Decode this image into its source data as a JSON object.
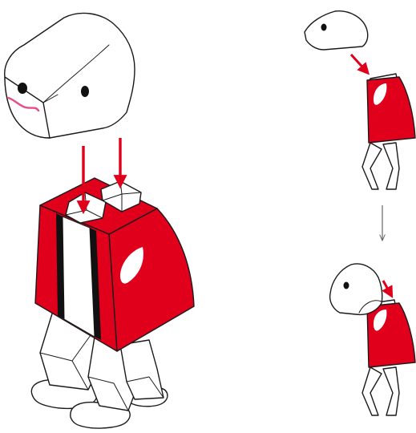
{
  "diagram": {
    "title": "",
    "colors": {
      "body_red": "#e0001b",
      "stripe_black": "#111111",
      "paper_white": "#ffffff",
      "outline": "#1a1a1a",
      "arrow_red": "#e0001b",
      "arrow_gray": "#666666",
      "blush_pink": "#e84a8a"
    },
    "figures": [
      {
        "id": "main-assembly",
        "description_visible": false,
        "parts": [
          "head",
          "torso",
          "legs",
          "feet"
        ]
      },
      {
        "id": "step-1",
        "parts": [
          "head",
          "torso",
          "legs"
        ]
      },
      {
        "id": "step-2",
        "parts": [
          "head",
          "torso",
          "legs"
        ]
      }
    ],
    "arrows": [
      {
        "kind": "assembly",
        "color": "arrow_red",
        "count": 2,
        "figure": "main-assembly"
      },
      {
        "kind": "assembly",
        "color": "arrow_red",
        "count": 1,
        "figure": "step-1"
      },
      {
        "kind": "sequence",
        "color": "arrow_gray",
        "count": 1,
        "figure": "between-steps"
      },
      {
        "kind": "assembly",
        "color": "arrow_red",
        "count": 1,
        "figure": "step-2"
      }
    ]
  }
}
